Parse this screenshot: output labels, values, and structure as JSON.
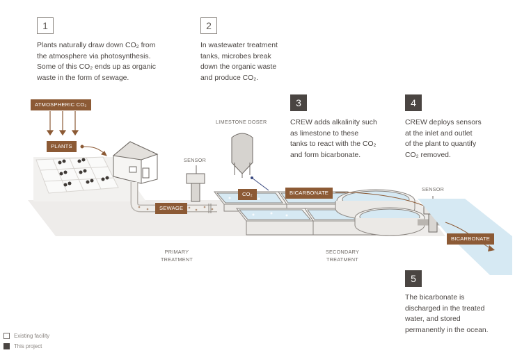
{
  "steps": [
    {
      "number": "1",
      "lines": [
        "Plants naturally draw down CO₂ from",
        "the atmosphere via photosynthesis.",
        "Some of this CO₂ ends up as organic",
        "waste in the form of sewage."
      ]
    },
    {
      "number": "2",
      "lines": [
        "In wastewater treatment",
        "tanks, microbes break",
        "down the organic waste",
        "and produce CO₂."
      ]
    },
    {
      "number": "3",
      "lines": [
        "CREW adds alkalinity such",
        "as limestone to these",
        "tanks to react with the CO₂",
        "and form bicarbonate."
      ]
    },
    {
      "number": "4",
      "lines": [
        "CREW deploys sensors",
        "at the inlet and outlet",
        "of the plant to quantify",
        "CO₂ removed."
      ]
    },
    {
      "number": "5",
      "lines": [
        "The bicarbonate is",
        "discharged in the treated",
        "water, and stored",
        "permanently in the ocean."
      ]
    }
  ],
  "tags": {
    "atmospheric_co2": "ATMOSPHERIC CO₂",
    "plants": "PLANTS",
    "sewage": "SEWAGE",
    "co2": "CO₂",
    "bicarbonate_tank": "BICARBONATE",
    "bicarbonate_outlet": "BICARBONATE"
  },
  "labels": {
    "limestone_doser": "LIMESTONE DOSER",
    "sensor_inlet": "SENSOR",
    "sensor_outlet": "SENSOR",
    "primary_treatment": [
      "PRIMARY",
      "TREATMENT"
    ],
    "secondary_treatment": [
      "SECONDARY",
      "TREATMENT"
    ]
  },
  "legend": {
    "existing": "Existing facility",
    "project": "This project"
  },
  "colors": {
    "tag_brown": "#8c5a35",
    "step_dark": "#4a4542",
    "water_blue": "#d6e9f3",
    "ground": "#eeecea"
  }
}
